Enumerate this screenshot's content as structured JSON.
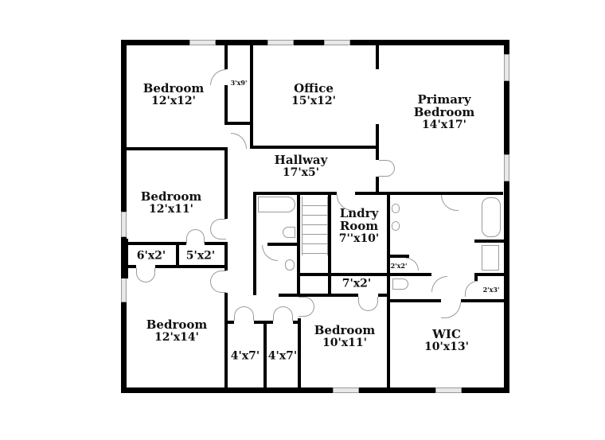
{
  "floor_plan": {
    "rooms": [
      {
        "id": "bedroom-1",
        "name": "Bedroom",
        "dim": "12'x12'"
      },
      {
        "id": "closet-3x9",
        "name": "",
        "dim": "3'x9'"
      },
      {
        "id": "office",
        "name": "Office",
        "dim": "15'x12'"
      },
      {
        "id": "primary-bedroom",
        "name": "Primary Bedroom",
        "name_line1": "Primary",
        "name_line2": "Bedroom",
        "dim": "14'x17'"
      },
      {
        "id": "hallway",
        "name": "Hallway",
        "dim": "17'x5'"
      },
      {
        "id": "bedroom-2",
        "name": "Bedroom",
        "dim": "12'x11'"
      },
      {
        "id": "laundry",
        "name": "Lndry Room",
        "name_line1": "Lndry",
        "name_line2": "Room",
        "dim": "7''x10'"
      },
      {
        "id": "closet-6x2",
        "name": "",
        "dim": "6'x2'"
      },
      {
        "id": "closet-5x2",
        "name": "",
        "dim": "5'x2'"
      },
      {
        "id": "closet-2x2",
        "name": "",
        "dim": "2'x2'"
      },
      {
        "id": "closet-7x2",
        "name": "",
        "dim": "7'x2'"
      },
      {
        "id": "closet-2x3",
        "name": "",
        "dim": "2'x3'"
      },
      {
        "id": "bedroom-3",
        "name": "Bedroom",
        "dim": "12'x14'"
      },
      {
        "id": "closet-4x7-a",
        "name": "",
        "dim": "4'x7'"
      },
      {
        "id": "closet-4x7-b",
        "name": "",
        "dim": "4'x7'"
      },
      {
        "id": "bedroom-4",
        "name": "Bedroom",
        "dim": "10'x11'"
      },
      {
        "id": "wic",
        "name": "WIC",
        "dim": "10'x13'"
      }
    ]
  },
  "colors": {
    "wall": "#000000",
    "window": "#e8e8e8",
    "fixture_line": "#9a9a9a",
    "background": "#ffffff"
  }
}
